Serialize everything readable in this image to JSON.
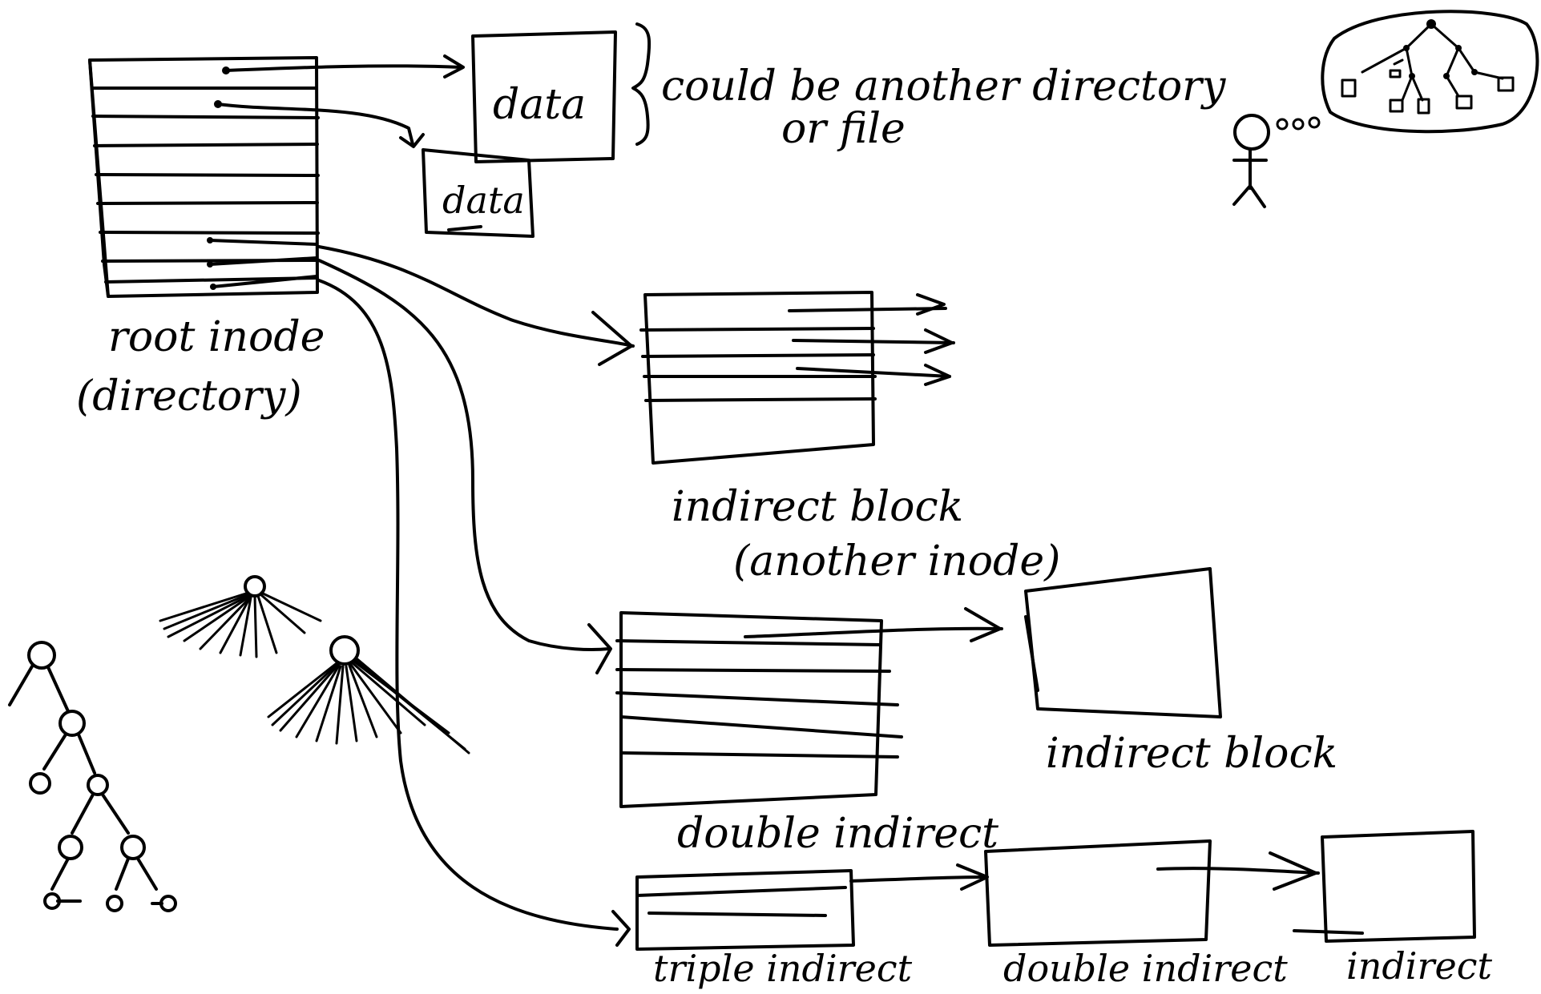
{
  "labels": {
    "data_1": "data",
    "data_2": "data",
    "could_be_line1": "could be another directory",
    "could_be_line2": "or file",
    "root_inode_line1": "root inode",
    "root_inode_line2": "(directory)",
    "indirect_block_line1": "indirect block",
    "indirect_block_line2": "(another inode)",
    "double_indirect": "double indirect",
    "indirect_block_right": "indirect block",
    "triple_indirect": "triple indirect",
    "double_indirect_bottom": "double indirect",
    "indirect_bottom": "indirect"
  },
  "icons": {
    "person_thinking": "stick-figure-thinking-icon",
    "thought_tree": "tree-in-thought-bubble-icon",
    "binary_tree": "binary-tree-icon",
    "wide_tree": "high-fanout-tree-icon"
  }
}
